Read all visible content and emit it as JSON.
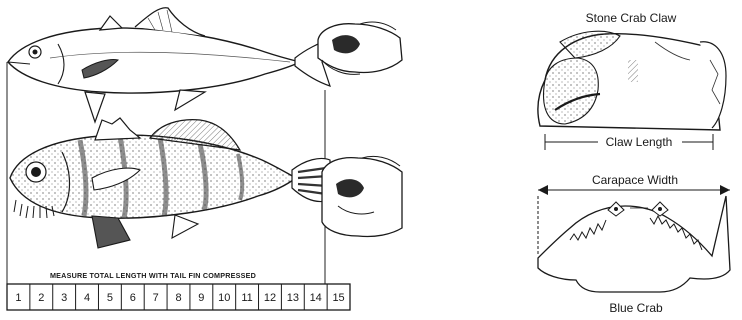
{
  "ruler": {
    "title": "MEASURE TOTAL LENGTH WITH TAIL FIN COMPRESSED",
    "marks": [
      "1",
      "2",
      "3",
      "4",
      "5",
      "6",
      "7",
      "8",
      "9",
      "10",
      "11",
      "12",
      "13",
      "14",
      "15"
    ]
  },
  "stone_crab": {
    "title": "Stone Crab Claw",
    "measure_label": "Claw Length"
  },
  "blue_crab": {
    "measure_label": "Carapace Width",
    "title": "Blue Crab"
  }
}
